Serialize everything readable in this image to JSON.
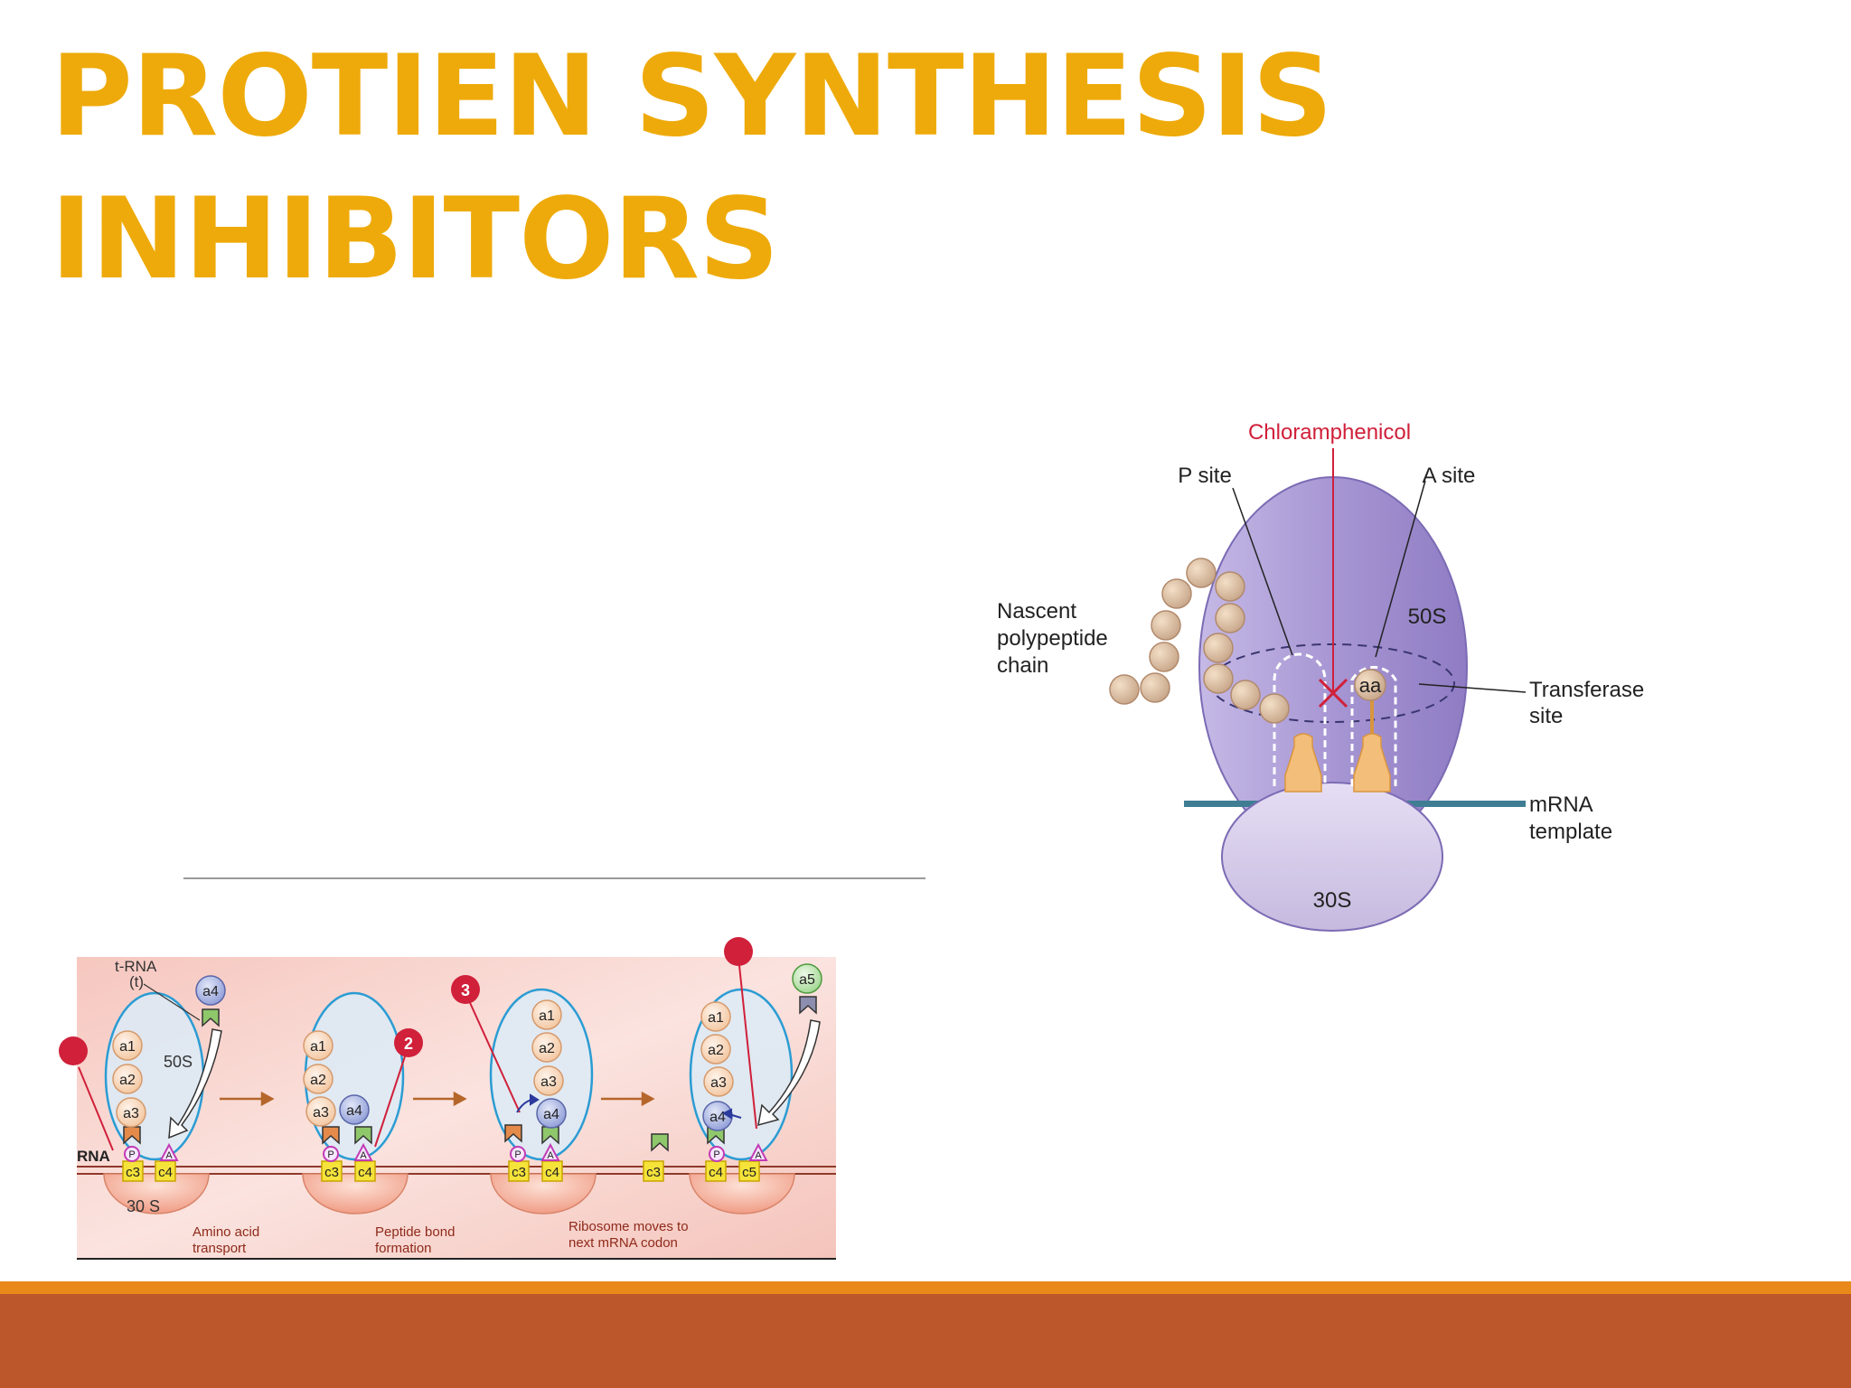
{
  "slide": {
    "title_line1": "PROTIEN SYNTHESIS",
    "title_line2": "INHIBITORS"
  },
  "colors": {
    "title": "#eeaa0a",
    "footer_accent": "#e8891a",
    "footer_bar": "#bb572a",
    "ribosome_50s": "#a796d3",
    "ribosome_30s": "#d4cae9",
    "inhibitor_label": "#d0203a"
  },
  "diagram_right": {
    "drug": "Chloramphenicol",
    "p_site": "P site",
    "a_site": "A site",
    "nascent_1": "Nascent",
    "nascent_2": "polypeptide",
    "nascent_3": "chain",
    "large_subunit": "50S",
    "small_subunit": "30S",
    "amino_acid": "aa",
    "transferase_1": "Transferase",
    "transferase_2": "site",
    "mrna_1": "mRNA",
    "mrna_2": "template"
  },
  "diagram_left": {
    "trna_1": "t-RNA",
    "trna_2": "(t)",
    "large_subunit": "50S",
    "small_subunit": "30 S",
    "mrna": "RNA",
    "p": "P",
    "a": "A",
    "step_2": "2",
    "step_3": "3",
    "a1": "a1",
    "a2": "a2",
    "a3": "a3",
    "a4": "a4",
    "a5": "a5",
    "c3": "c3",
    "c4": "c4",
    "c5": "c5",
    "caption1_1": "Amino acid",
    "caption1_2": "transport",
    "caption2_1": "Peptide bond",
    "caption2_2": "formation",
    "caption3_1": "Ribosome moves to",
    "caption3_2": "next mRNA codon"
  }
}
